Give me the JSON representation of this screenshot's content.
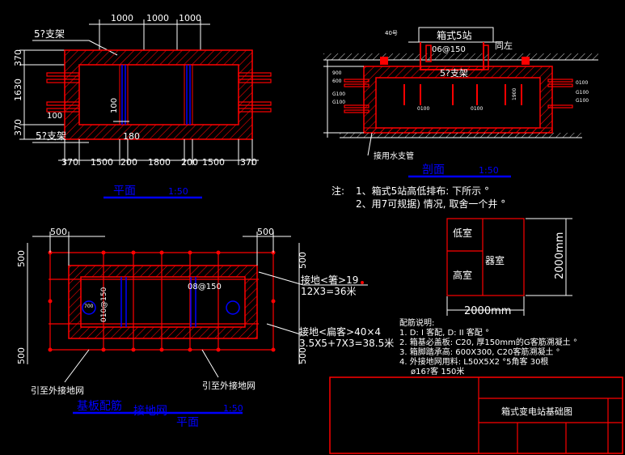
{
  "colors": {
    "background": "#000000",
    "wall": "#ff0000",
    "dim": "#ffffff",
    "rebar": "#0000ff",
    "title": "#0000ff",
    "outline": "#ff0000"
  },
  "plan": {
    "top_dims": [
      "1000",
      "1000",
      "1000"
    ],
    "bracket_top": "5?支架",
    "bracket_bottom": "5?支架",
    "left_dims": [
      "370",
      "1630",
      "370"
    ],
    "dim_100_a": "100",
    "dim_100_b": "100",
    "dim_180": "180",
    "bottom_dims": [
      "370",
      "1500",
      "200",
      "1800",
      "200",
      "1500",
      "370"
    ],
    "title": "平面",
    "scale": "1:50"
  },
  "section": {
    "box_label": "箱式5站",
    "pipe_label": "06@150",
    "same_left": "同左",
    "bracket": "5?支架",
    "drain": "接用水支管",
    "small_labels": {
      "top_left": "40号",
      "left_1": "900",
      "left_2": "600",
      "left_3": "G100",
      "left_4": "G100",
      "right_1": "0100",
      "right_2": "G100",
      "right_3": "G100",
      "inner_1": "0100",
      "inner_2": "0100",
      "inner_3": "1900"
    },
    "title": "剖面",
    "scale": "1:50"
  },
  "notes": {
    "label": "注:",
    "line1": "1、箱式5站高低排布: 下所示 °",
    "line2": "2、用7可规据) 情况, 取舍一个井 °"
  },
  "room": {
    "low": "低室",
    "high": "高室",
    "transformer": "器室",
    "width": "2000mm",
    "height": "2000mm"
  },
  "base": {
    "dim_500_tl": "500",
    "dim_500_tr": "500",
    "dim_500_lt": "500",
    "dim_500_rt": "500",
    "dim_500_lb": "500",
    "dim_500_rb": "500",
    "rebar": "08@150",
    "rebar_side": "010@150",
    "dia": "700",
    "ground1_a": "接地<箸>19",
    "ground1_b": "12X3=36米",
    "ground2_a": "接地<扁客>40×4",
    "ground2_b": "3.5X5+7X3=38.5米",
    "lead_left": "引至外接地网",
    "lead_right": "引至外接地网",
    "title1": "基板配筋",
    "title2": "接地网",
    "title3": "平面",
    "scale": "1:50"
  },
  "materials": {
    "title": "配筋说明:",
    "line1": "1. D: I 客配, D: II 客配 °",
    "line2": "2. 箱基必盖板: C20, 厚150mm的G客筋溯凝土 °",
    "line3": "3. 箱脚踏承高: 600X300, C20客筋溯凝土 °",
    "line4": "4. 外接地网用料: L50X5X2 °5角客 30根",
    "line5": "ø16?客 150米"
  },
  "title_block": {
    "drawing_name": "箱式变电站基础图"
  }
}
